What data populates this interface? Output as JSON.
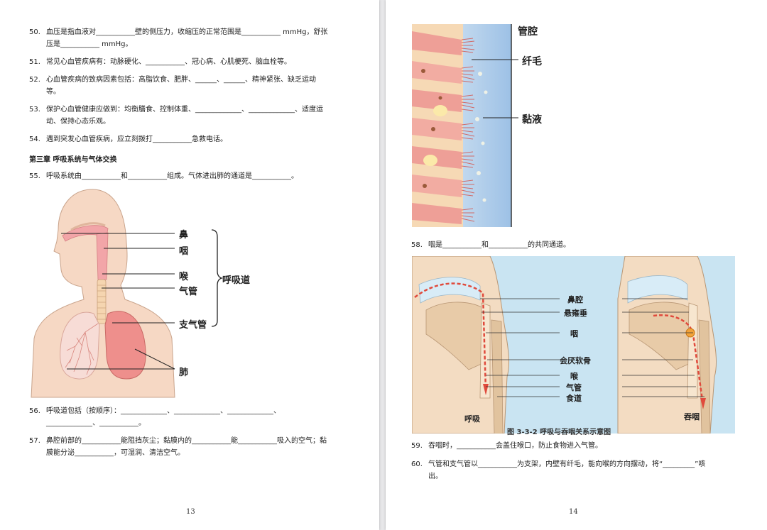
{
  "left_page": {
    "questions": [
      {
        "num": "50.",
        "lines": [
          "血压是指血液对___________壁的侧压力，收缩压的正常范围是___________ mmHg，舒张",
          "压是___________ mmHg。"
        ]
      },
      {
        "num": "51.",
        "lines": [
          "常见心血管疾病有：动脉硬化、___________、冠心病、心肌梗死、脑血栓等。"
        ]
      },
      {
        "num": "52.",
        "lines": [
          "心血管疾病的致病因素包括：高脂饮食、肥胖、______、______、精神紧张、缺乏运动",
          "等。"
        ]
      },
      {
        "num": "53.",
        "lines": [
          "保护心血管健康应做到：均衡膳食、控制体重、_____________、_____________、适度运",
          "动、保持心态乐观。"
        ]
      },
      {
        "num": "54.",
        "lines": [
          "遇到突发心血管疾病，应立刻拨打___________急救电话。"
        ]
      }
    ],
    "chapter_heading": "第三章 呼吸系统与气体交换",
    "q55": {
      "num": "55.",
      "lines": [
        "呼吸系统由___________和___________组成。气体进出肺的通道是___________。"
      ]
    },
    "figure_labels": {
      "nose": "鼻",
      "pharynx": "咽",
      "larynx": "喉",
      "trachea": "气管",
      "bronchus": "支气管",
      "lung": "肺",
      "airway": "呼吸道"
    },
    "q56": {
      "num": "56.",
      "lines": [
        "呼吸道包括（按顺序）：_____________、_____________、_____________、",
        "_____________、___________。"
      ]
    },
    "q57": {
      "num": "57.",
      "lines": [
        "鼻腔前部的___________能阻挡灰尘；黏膜内的___________能___________吸入的空气；黏",
        "膜能分泌___________，可湿润、清洁空气。"
      ]
    },
    "page_number": "13"
  },
  "right_page": {
    "cilia_labels": {
      "lumen": "管腔",
      "cilia": "纤毛",
      "mucus": "黏液"
    },
    "q58": {
      "num": "58.",
      "lines": [
        "咽是___________和___________的共同通道。"
      ]
    },
    "throat_labels": {
      "nasal_cavity": "鼻腔",
      "uvula": "悬雍垂",
      "pharynx": "咽",
      "epiglottis": "会厌软骨",
      "larynx": "喉",
      "trachea": "气管",
      "esophagus": "食道",
      "breathing": "呼吸",
      "swallowing": "吞咽",
      "caption": "图 3-3-2 呼吸与吞咽关系示意图"
    },
    "q59": {
      "num": "59.",
      "lines": [
        "吞咽时，___________会盖住喉口，防止食物进入气管。"
      ]
    },
    "q60": {
      "num": "60.",
      "lines": [
        "气管和支气管以___________为支架，内壁有纤毛，能向喉的方向摆动，将“_________”咳",
        "出。"
      ]
    },
    "page_number": "14"
  }
}
